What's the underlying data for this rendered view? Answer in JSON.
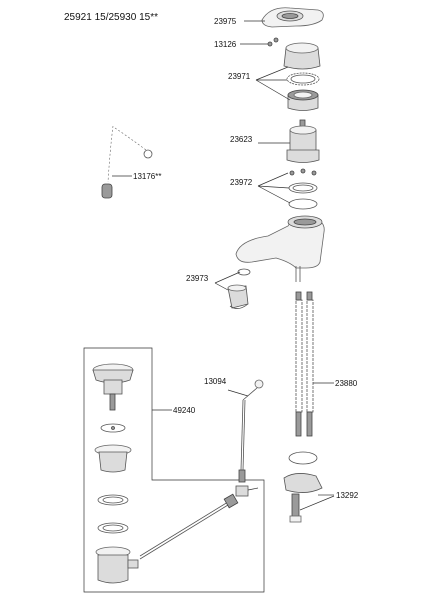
{
  "header": {
    "title": "25921 15/25930 15**"
  },
  "labels": {
    "p23975": "23975",
    "p13126": "13126",
    "p23971": "23971",
    "p23623": "23623",
    "p13176": "13176**",
    "p23972": "23972",
    "p23973": "23973",
    "p13094": "13094",
    "p49240": "49240",
    "p23880": "23880",
    "p13292": "13292"
  }
}
